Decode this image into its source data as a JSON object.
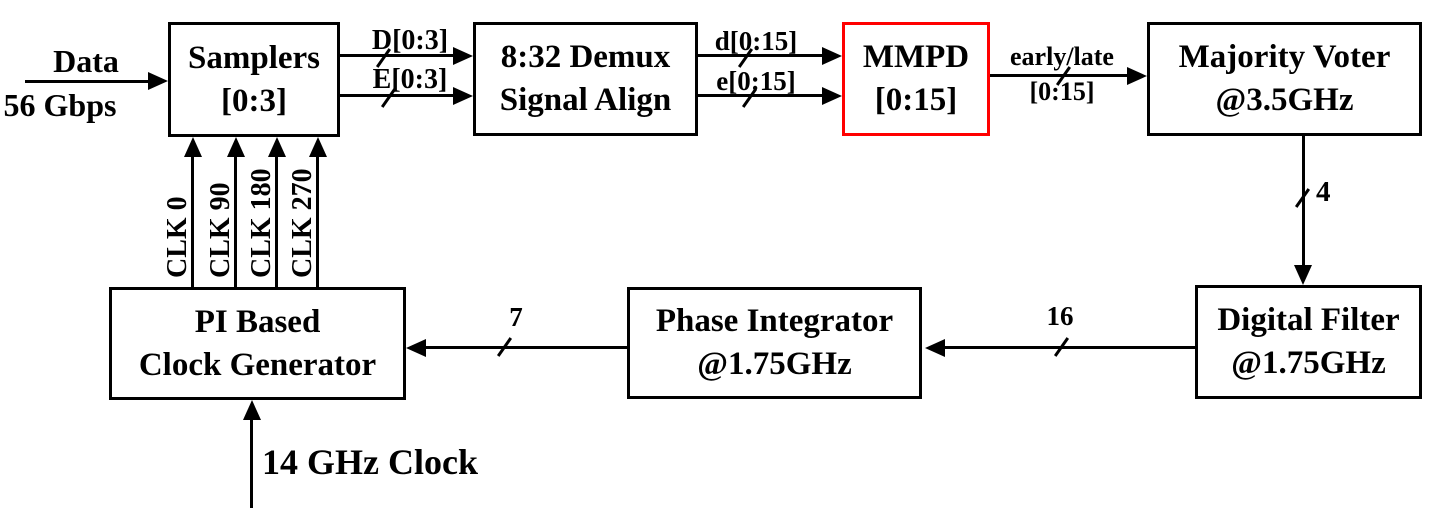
{
  "figure": {
    "type": "block-diagram",
    "description": "56 Gbps clock and data recovery loop block diagram",
    "colors": {
      "ink": "#000000",
      "background": "#ffffff",
      "highlight": "#ff0000"
    }
  },
  "blocks": {
    "samplers": {
      "line1": "Samplers",
      "line2": "[0:3]"
    },
    "demux": {
      "line1": "8:32 Demux",
      "line2": "Signal Align"
    },
    "mmpd": {
      "line1": "MMPD",
      "line2": "[0:15]",
      "border_color": "#ff0000"
    },
    "majority_voter": {
      "line1": "Majority Voter",
      "line2": "@3.5GHz"
    },
    "digital_filter": {
      "line1": "Digital Filter",
      "line2": "@1.75GHz"
    },
    "phase_integrator": {
      "line1": "Phase Integrator",
      "line2": "@1.75GHz"
    },
    "clock_generator": {
      "line1": "PI Based",
      "line2": "Clock Generator"
    }
  },
  "signals": {
    "data_in_name": "Data",
    "data_in_rate": "56 Gbps",
    "sampler_data_bus": "D[0:3]",
    "sampler_error_bus": "E[0:3]",
    "demux_data_bus": "d[0:15]",
    "demux_error_bus": "e[0:15]",
    "mmpd_out_line1": "early/late",
    "mmpd_out_line2": "[0:15]",
    "voter_out_width": "4",
    "filter_out_width": "16",
    "integrator_out_width": "7",
    "clk_phases": [
      "CLK 0",
      "CLK 90",
      "CLK 180",
      "CLK 270"
    ],
    "reference_clock": "14 GHz Clock"
  }
}
